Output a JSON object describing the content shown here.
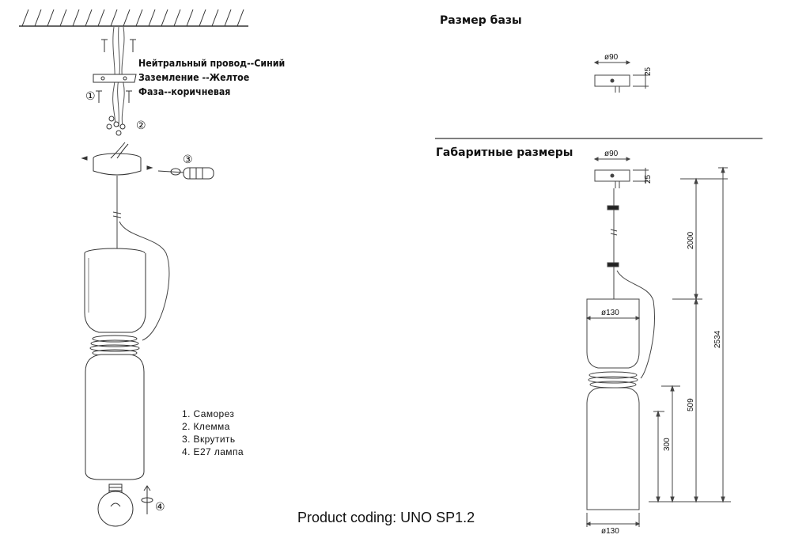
{
  "wire_legend": {
    "neutral": "Нейтральный провод--Синий",
    "ground": "Заземление --Желтое",
    "phase": "Фаза--коричневая"
  },
  "step_markers": {
    "one": "①",
    "two": "②",
    "three": "③",
    "four": "④"
  },
  "base_size": {
    "title": "Размер базы",
    "diameter": "ø90",
    "height": "25"
  },
  "overall_size": {
    "title": "Габаритные размеры",
    "top_diameter": "ø90",
    "top_height": "25",
    "cable_length": "2000",
    "total_height": "2534",
    "shade_height": "509",
    "lower_height": "300",
    "upper_shade_diameter": "ø130",
    "bottom_diameter": "ø130"
  },
  "parts_list": [
    "1. Саморез",
    "2. Клемма",
    "3. Вкрутить",
    "4. E27 лампа"
  ],
  "product_coding": "Product coding: UNO SP1.2",
  "colors": {
    "line": "#333333",
    "fill": "#ffffff"
  }
}
